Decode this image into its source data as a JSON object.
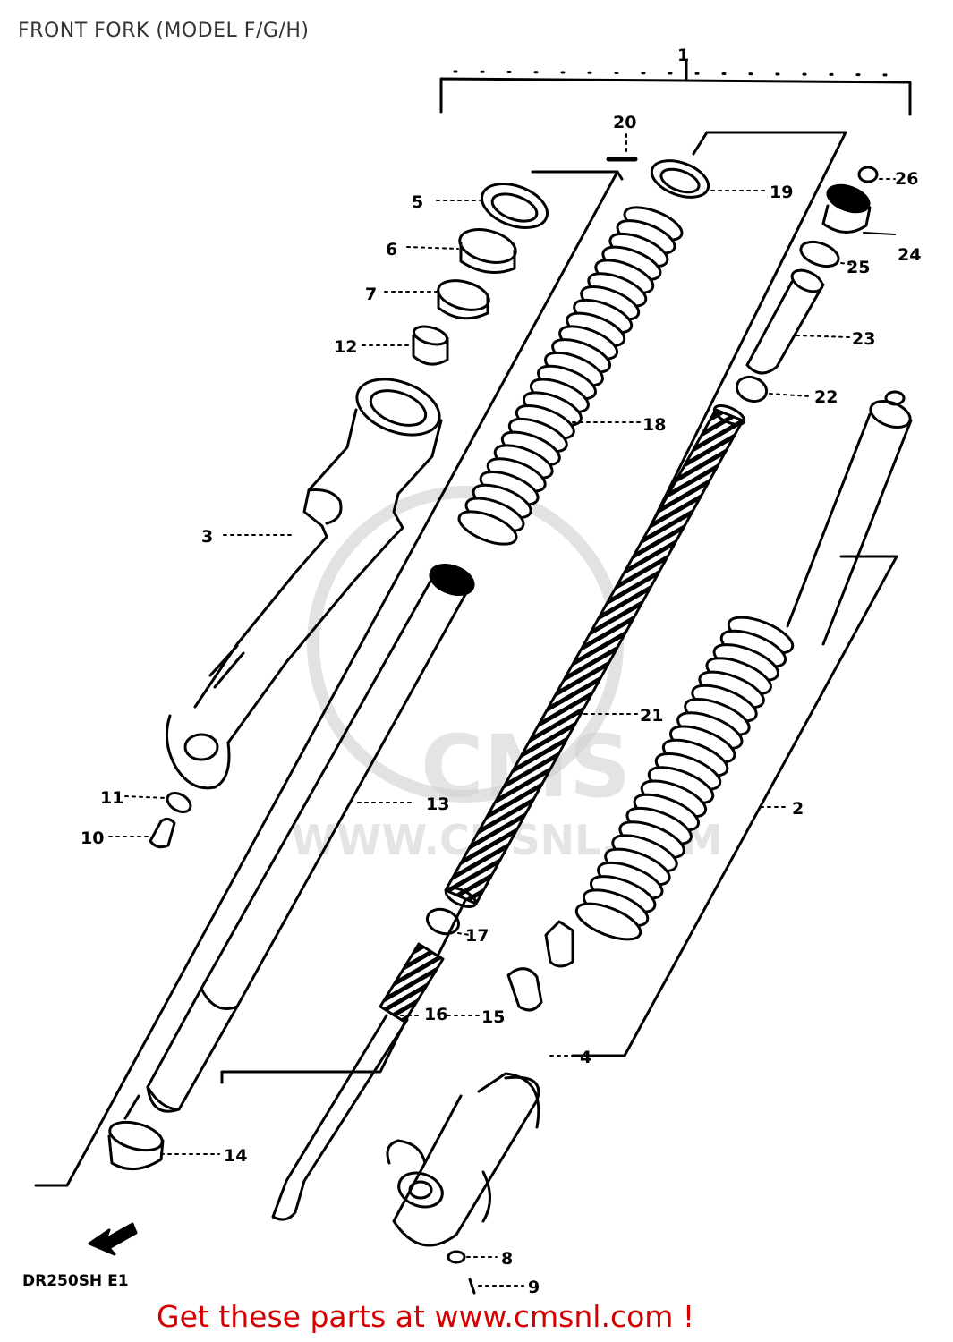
{
  "title": "FRONT FORK (MODEL F/G/H)",
  "diagram_code": "DR250SH E1",
  "promo_text": "Get these parts at www.cmsnl.com !",
  "watermark": {
    "logo_text": "CMS",
    "url_text": "WWW.CMSNL.COM"
  },
  "colors": {
    "title": "#333333",
    "promo": "#d40000",
    "lines": "#000000"
  },
  "callouts": {
    "c1": "1",
    "c2": "2",
    "c3": "3",
    "c4": "4",
    "c5": "5",
    "c6": "6",
    "c7": "7",
    "c8": "8",
    "c9": "9",
    "c10": "10",
    "c11": "11",
    "c12": "12",
    "c13": "13",
    "c14": "14",
    "c15": "15",
    "c16": "16",
    "c17": "17",
    "c18": "18",
    "c19": "19",
    "c20": "20",
    "c21": "21",
    "c22": "22",
    "c23": "23",
    "c24": "24",
    "c25": "25",
    "c26": "26"
  }
}
